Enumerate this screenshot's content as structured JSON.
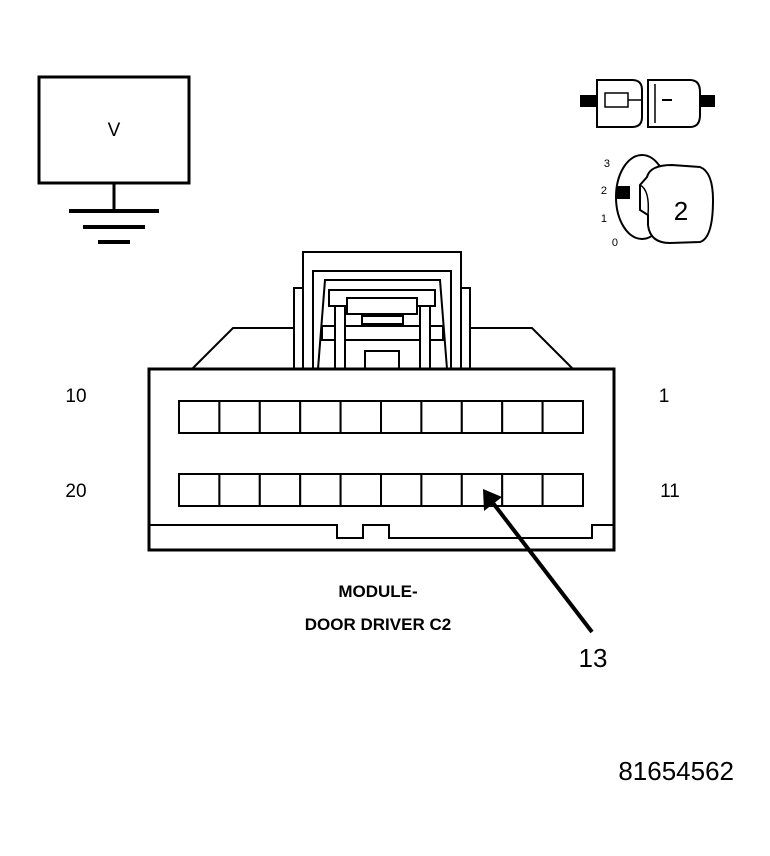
{
  "meter": {
    "label": "V"
  },
  "ignition": {
    "positions": [
      "3",
      "2",
      "1",
      "0"
    ],
    "key_label": "2"
  },
  "connector": {
    "rows": [
      {
        "left_label": "10",
        "right_label": "1"
      },
      {
        "left_label": "20",
        "right_label": "11"
      }
    ],
    "title_line1": "MODULE-",
    "title_line2": "DOOR DRIVER C2",
    "callout": "13"
  },
  "figure_id": "81654562"
}
